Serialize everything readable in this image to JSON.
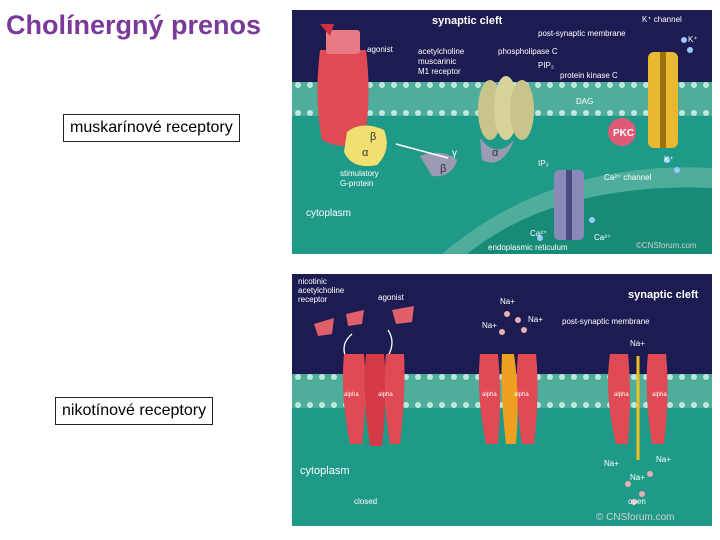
{
  "slide": {
    "title": "Cholínergný prenos",
    "label_muscarinic": "muskarínové receptory",
    "label_nicotinic": "nikotínové receptory"
  },
  "muscarinic_panel": {
    "synaptic_cleft": "synaptic cleft",
    "agonist": "agonist",
    "receptor_line1": "acetylcholine",
    "receptor_line2": "muscarinic",
    "receptor_line3": "M1 receptor",
    "post_synaptic_membrane": "post-synaptic membrane",
    "phospholipase": "phospholipase C",
    "pip2": "PIP₂",
    "protein_kinase": "protein kinase C",
    "k_channel": "K⁺ channel",
    "k_plus_top": "K⁺",
    "k_plus_bottom": "K⁺",
    "dag": "DAG",
    "pkc": "PKC",
    "beta": "β",
    "alpha": "α",
    "gamma": "γ",
    "ip3": "IP₃",
    "ca_channel": "Ca²⁺ channel",
    "stimulatory_line1": "stimulatory",
    "stimulatory_line2": "G-protein",
    "cytoplasm": "cytoplasm",
    "ca_left": "Ca²⁺",
    "ca_right": "Ca²⁺",
    "er": "endoplasmic reticulum",
    "copyright": "©CNSforum.com"
  },
  "nicotinic_panel": {
    "receptor_line1": "nicotinic",
    "receptor_line2": "acetylcholine",
    "receptor_line3": "receptor",
    "agonist": "agonist",
    "synaptic_cleft": "synaptic cleft",
    "post_synaptic_membrane": "post-synaptic membrane",
    "na": "Na+",
    "alpha": "alpha",
    "cytoplasm": "cytoplasm",
    "closed": "closed",
    "open": "open",
    "copyright": "© CNSforum.com"
  },
  "colors": {
    "title": "#7a3a9a",
    "panel_background": "#1c1c52",
    "membrane": "#4fae9b",
    "cytoplasm": "#1f9a88",
    "receptor": "#e04a55"
  }
}
